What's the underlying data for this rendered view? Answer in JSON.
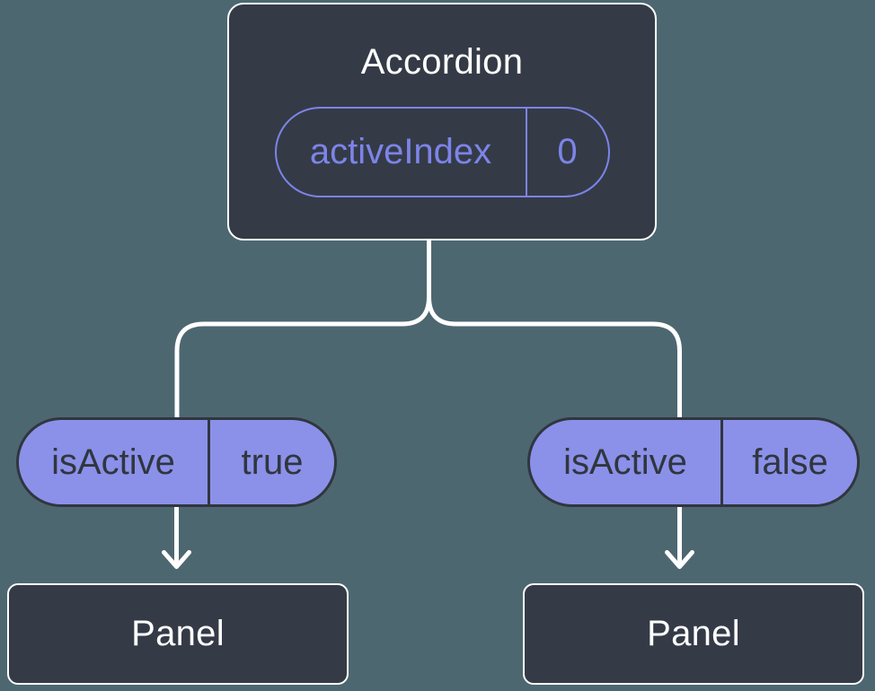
{
  "diagram": {
    "root": {
      "title": "Accordion",
      "prop": {
        "name": "activeIndex",
        "value": "0"
      }
    },
    "children": [
      {
        "prop": {
          "name": "isActive",
          "value": "true"
        },
        "panel": {
          "title": "Panel"
        }
      },
      {
        "prop": {
          "name": "isActive",
          "value": "false"
        },
        "panel": {
          "title": "Panel"
        }
      }
    ],
    "colors": {
      "background": "#4d6771",
      "node_fill": "#343b47",
      "node_border": "#ffffff",
      "node_text": "#ffffff",
      "state_pill_accent": "#7d84e8",
      "prop_pill_fill": "#8b91e9",
      "prop_pill_dark": "#30363f",
      "connector": "#ffffff"
    }
  }
}
